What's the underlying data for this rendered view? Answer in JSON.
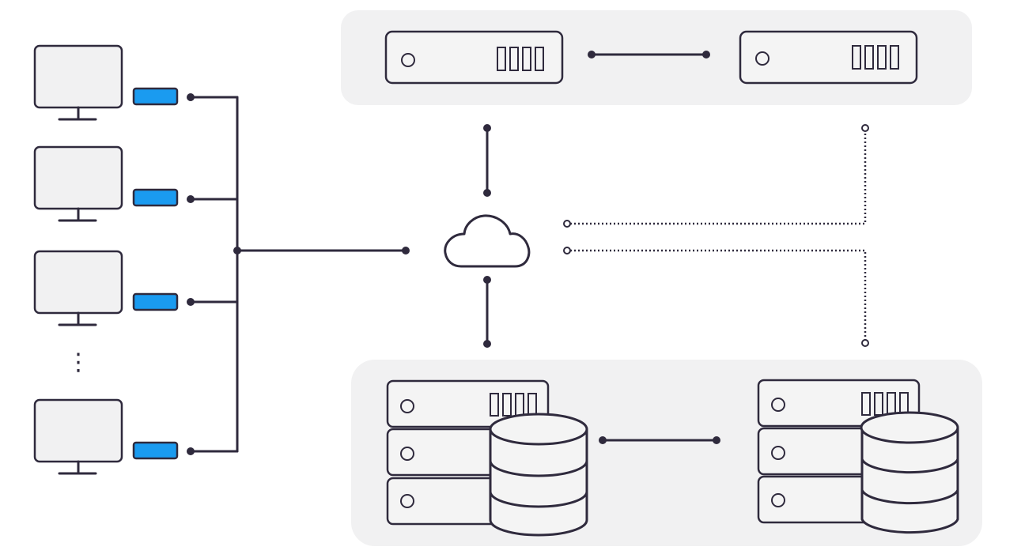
{
  "diagram": {
    "colors": {
      "line": "#2f2a3d",
      "panel": "#f1f1f2",
      "adapter": "#1a9bf0",
      "screen": "#f1f1f2"
    },
    "clients": {
      "count_shown": 4,
      "ellipsis": "⋮",
      "icon": "monitor-icon",
      "adapter_icon": "network-adapter-icon"
    },
    "cloud": {
      "icon": "cloud-icon"
    },
    "app_servers": {
      "count": 2,
      "icon": "server-rack-icon"
    },
    "db_servers": {
      "count": 2,
      "icon": "database-server-icon"
    }
  }
}
